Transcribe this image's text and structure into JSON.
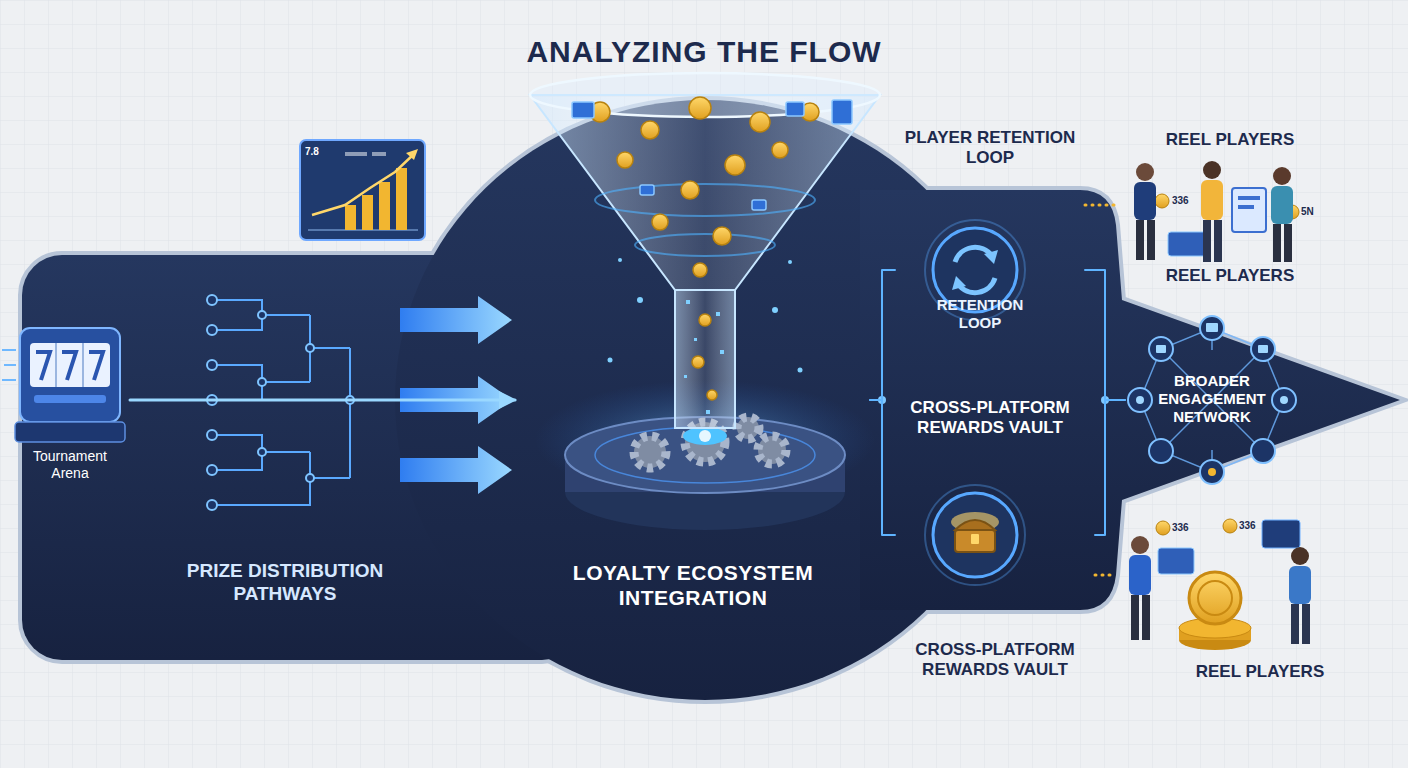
{
  "diagram": {
    "title": "ANALYZING THE FLOW",
    "nodes": [
      {
        "text": [
          "Tournament Arena"
        ]
      },
      {
        "text": [
          "LOYALTY ECOSYSTEM INTEGRATION"
        ]
      },
      {
        "text": [
          "PLAYER RETENTION LOOP",
          "RETENTION LOOP"
        ]
      },
      {
        "text": [
          "REEL PLAYERS",
          "REEL PLAYERS"
        ]
      },
      {
        "text": [
          "BROADER ENGAGEMENT NETWORK"
        ]
      },
      {
        "text": [
          "CROSS-PLATFORM REWARDS VAULT"
        ]
      },
      {
        "text": [
          "REEL PLAYERS"
        ]
      }
    ],
    "edges": [
      {
        "from": 0,
        "to": 1,
        "arrow": "to"
      },
      {
        "from": 1,
        "to": 2,
        "arrow": "none"
      },
      {
        "from": 1,
        "to": 5,
        "arrow": "none"
      },
      {
        "from": 2,
        "to": 4,
        "arrow": "none"
      },
      {
        "from": 5,
        "to": 4,
        "arrow": "none"
      },
      {
        "from": 2,
        "to": 3,
        "arrow": "none"
      },
      {
        "from": 5,
        "to": 6,
        "arrow": "none"
      }
    ],
    "labels": [
      "PRIZE DISTRIBUTION PATHWAYS",
      "CROSS-PLATFORM REWARDS VAULT",
      "7.8",
      "336",
      "5N",
      "336",
      "336"
    ]
  }
}
